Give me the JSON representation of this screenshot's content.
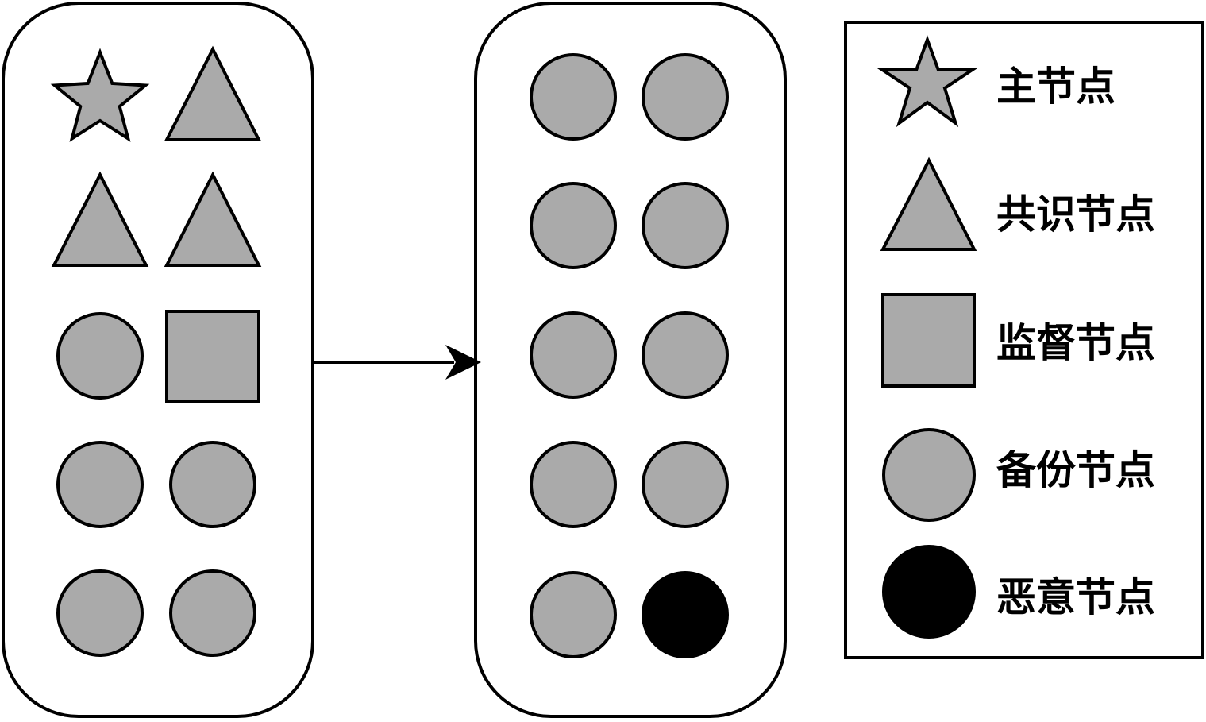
{
  "colors": {
    "node_fill": "#aaaaaa",
    "malicious_fill": "#000000",
    "stroke": "#000000",
    "background": "#ffffff"
  },
  "left_group": {
    "nodes": [
      {
        "type": "star",
        "icon": "star-icon"
      },
      {
        "type": "triangle",
        "icon": "triangle-icon"
      },
      {
        "type": "triangle",
        "icon": "triangle-icon"
      },
      {
        "type": "triangle",
        "icon": "triangle-icon"
      },
      {
        "type": "circle",
        "icon": "circle-icon"
      },
      {
        "type": "square",
        "icon": "square-icon"
      },
      {
        "type": "circle",
        "icon": "circle-icon"
      },
      {
        "type": "circle",
        "icon": "circle-icon"
      },
      {
        "type": "circle",
        "icon": "circle-icon"
      },
      {
        "type": "circle",
        "icon": "circle-icon"
      }
    ]
  },
  "right_group": {
    "nodes": [
      {
        "type": "circle",
        "malicious": false
      },
      {
        "type": "circle",
        "malicious": false
      },
      {
        "type": "circle",
        "malicious": false
      },
      {
        "type": "circle",
        "malicious": false
      },
      {
        "type": "circle",
        "malicious": false
      },
      {
        "type": "circle",
        "malicious": false
      },
      {
        "type": "circle",
        "malicious": false
      },
      {
        "type": "circle",
        "malicious": false
      },
      {
        "type": "circle",
        "malicious": false
      },
      {
        "type": "circle",
        "malicious": true
      }
    ]
  },
  "legend": {
    "items": [
      {
        "symbol": "star",
        "icon": "star-icon",
        "label": "主节点"
      },
      {
        "symbol": "triangle",
        "icon": "triangle-icon",
        "label": "共识节点"
      },
      {
        "symbol": "square",
        "icon": "square-icon",
        "label": "监督节点"
      },
      {
        "symbol": "circle",
        "icon": "circle-icon",
        "label": "备份节点"
      },
      {
        "symbol": "circle-filled",
        "icon": "filled-circle-icon",
        "label": "恶意节点"
      }
    ]
  }
}
